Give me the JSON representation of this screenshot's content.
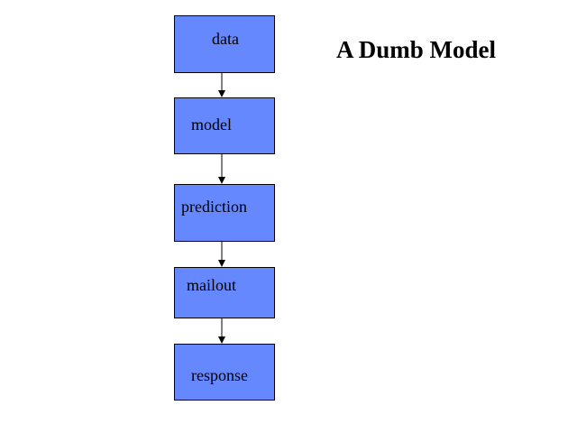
{
  "title": "A Dumb Model",
  "colors": {
    "box_fill": "#6688ff",
    "box_border": "#000000",
    "arrow": "#000000",
    "background": "#ffffff"
  },
  "flow": {
    "steps": [
      {
        "label": "data"
      },
      {
        "label": "model"
      },
      {
        "label": "prediction"
      },
      {
        "label": "mailout"
      },
      {
        "label": "response"
      }
    ]
  }
}
